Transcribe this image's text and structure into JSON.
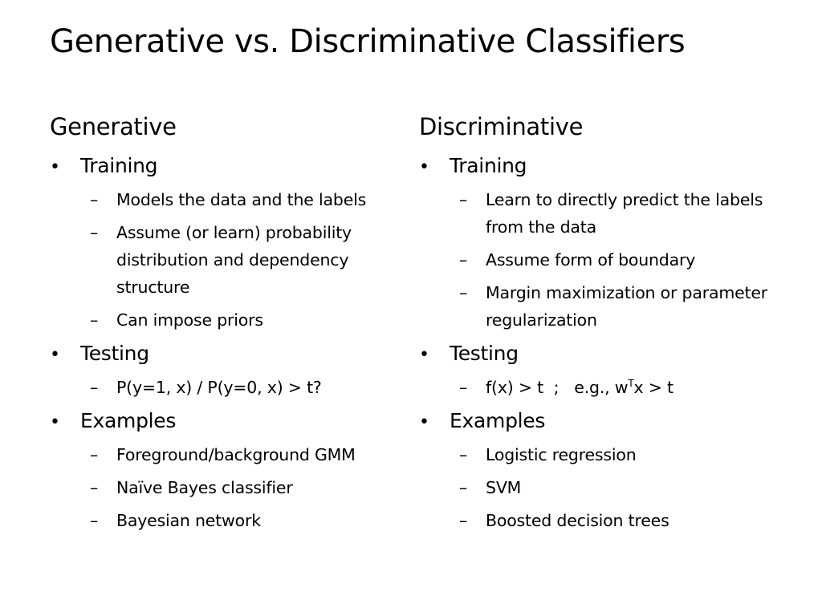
{
  "title": "Generative vs. Discriminative Classifiers",
  "bullet_mark": "•",
  "dash_mark": "–",
  "left": {
    "heading": "Generative",
    "sections": [
      {
        "label": "Training",
        "items": [
          "Models the data and the labels",
          "Assume (or learn) probability distribution and dependency structure",
          "Can impose priors"
        ]
      },
      {
        "label": "Testing",
        "items": [
          "P(y=1, x) / P(y=0, x) > t?"
        ]
      },
      {
        "label": "Examples",
        "items": [
          "Foreground/background GMM",
          "Naïve Bayes classifier",
          "Bayesian network"
        ]
      }
    ]
  },
  "right": {
    "heading": "Discriminative",
    "sections": [
      {
        "label": "Training",
        "items": [
          "Learn to directly predict the labels from the data",
          "Assume form of boundary",
          "Margin maximization or parameter regularization"
        ]
      },
      {
        "label": "Testing",
        "items": [],
        "formula": {
          "prefix": "f(x) > t  ;   e.g., w",
          "sup": "T",
          "suffix": "x > t"
        }
      },
      {
        "label": "Examples",
        "items": [
          "Logistic regression",
          "SVM",
          "Boosted decision trees"
        ]
      }
    ]
  }
}
